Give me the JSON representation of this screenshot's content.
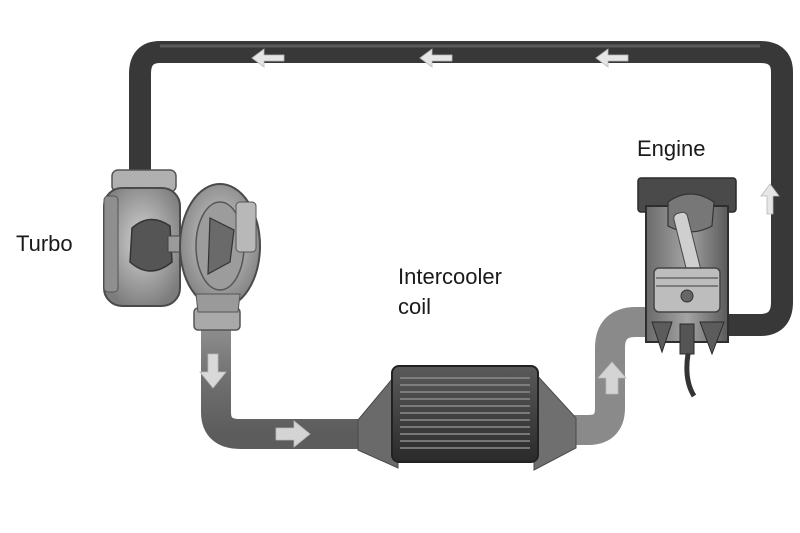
{
  "labels": {
    "turbo": "Turbo",
    "engine": "Engine",
    "intercooler_line1": "Intercooler",
    "intercooler_line2": "coil"
  },
  "flow_arrows": [
    {
      "id": "top-1",
      "direction": "left"
    },
    {
      "id": "top-2",
      "direction": "left"
    },
    {
      "id": "top-3",
      "direction": "left"
    },
    {
      "id": "right",
      "direction": "up"
    },
    {
      "id": "down",
      "direction": "down"
    },
    {
      "id": "bottom",
      "direction": "right"
    },
    {
      "id": "riser",
      "direction": "up"
    }
  ],
  "colors": {
    "exhaust_pipe": "#383838",
    "intake_pipe": "#757575",
    "intake_pipe_light": "#9a9a9a",
    "cooler_body": "#3a3a3a",
    "arrow": "#e6e6e6",
    "label_text": "#1a1a1a"
  }
}
